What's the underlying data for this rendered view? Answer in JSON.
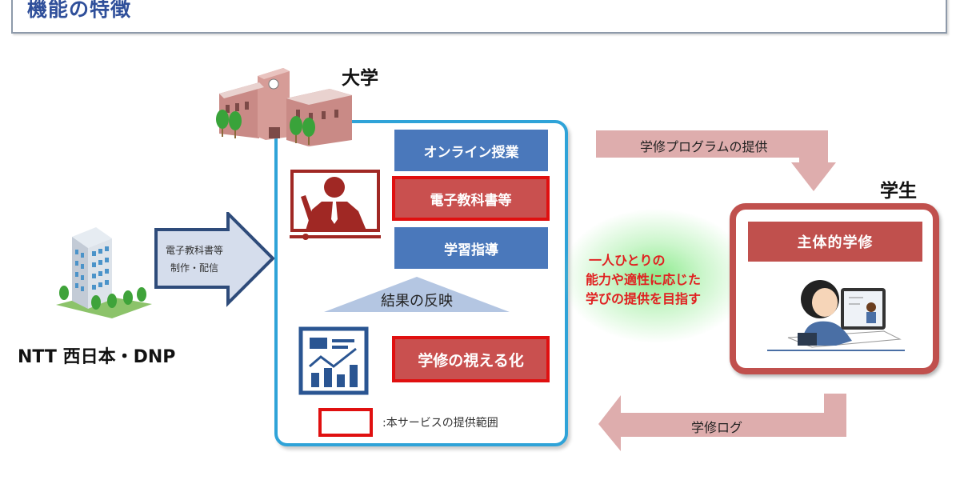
{
  "title": "機能の特徴",
  "labels": {
    "university": "大学",
    "student": "学生",
    "provider": "NTT 西日本・DNP"
  },
  "provider_arrow": {
    "line1": "電子教科書等",
    "line2": "制作・配信"
  },
  "university_services": [
    {
      "label": "オンライン授業",
      "style": "blue",
      "in_scope": false
    },
    {
      "label": "電子教科書等",
      "style": "red",
      "in_scope": true
    },
    {
      "label": "学習指導",
      "style": "blue",
      "in_scope": false
    }
  ],
  "feedback_label": "結果の反映",
  "visualization": {
    "label": "学修の視える化",
    "in_scope": true
  },
  "legend": {
    "text": ":本サービスの提供範囲"
  },
  "flows": {
    "to_student": "学修プログラムの提供",
    "to_university": "学修ログ"
  },
  "goal_message": [
    "一人ひとりの",
    "能力や適性に応じた",
    "学びの提供を目指す"
  ],
  "student_box": {
    "header": "主体的学修"
  },
  "icons": {
    "provider": "office-building-icon",
    "university": "university-building-icon",
    "lecture": "online-lecture-icon",
    "dashboard": "analytics-dashboard-icon",
    "student": "student-tablet-icon"
  },
  "colors": {
    "title": "#2f4f9a",
    "frame_blue": "#2fa3d8",
    "box_blue": "#4a78bb",
    "box_red": "#c9504f",
    "scope_red": "#e01010",
    "flow_pink": "#deadad",
    "student_red": "#c0504d",
    "goal_text": "#e02020"
  }
}
